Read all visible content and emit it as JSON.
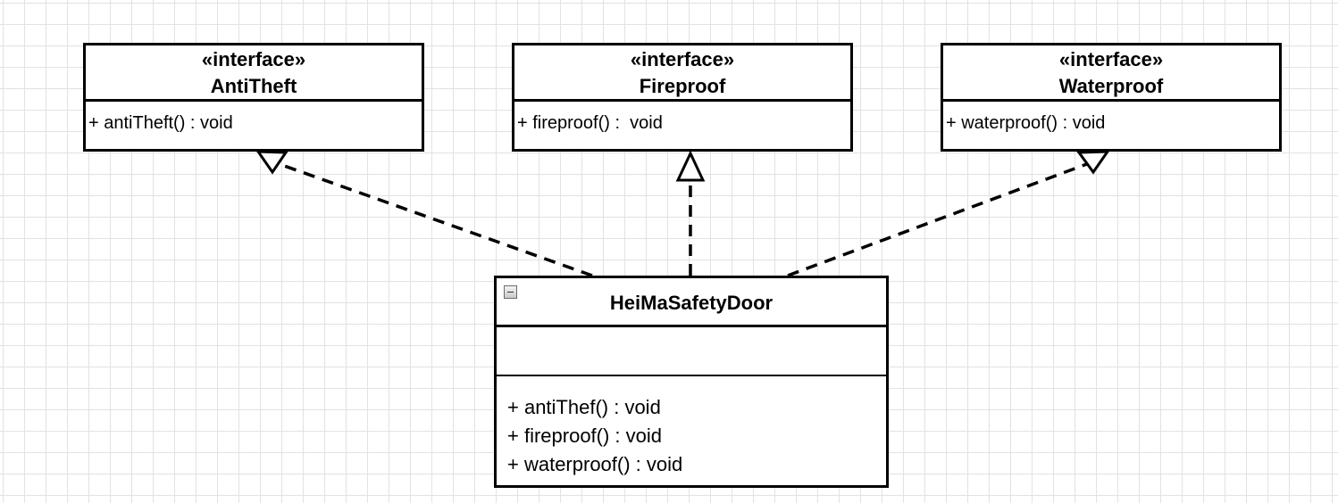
{
  "interfaces": [
    {
      "stereotype": "«interface»",
      "name": "AntiTheft",
      "method": "+ antiTheft() : void"
    },
    {
      "stereotype": "«interface»",
      "name": "Fireproof",
      "method": "+ fireproof() :  void"
    },
    {
      "stereotype": "«interface»",
      "name": "Waterproof",
      "method": "+ waterproof() : void"
    }
  ],
  "door": {
    "name": "HeiMaSafetyDoor",
    "operations": [
      "+ antiThef() : void",
      "+ fireproof() : void",
      "+ waterproof() : void"
    ]
  }
}
